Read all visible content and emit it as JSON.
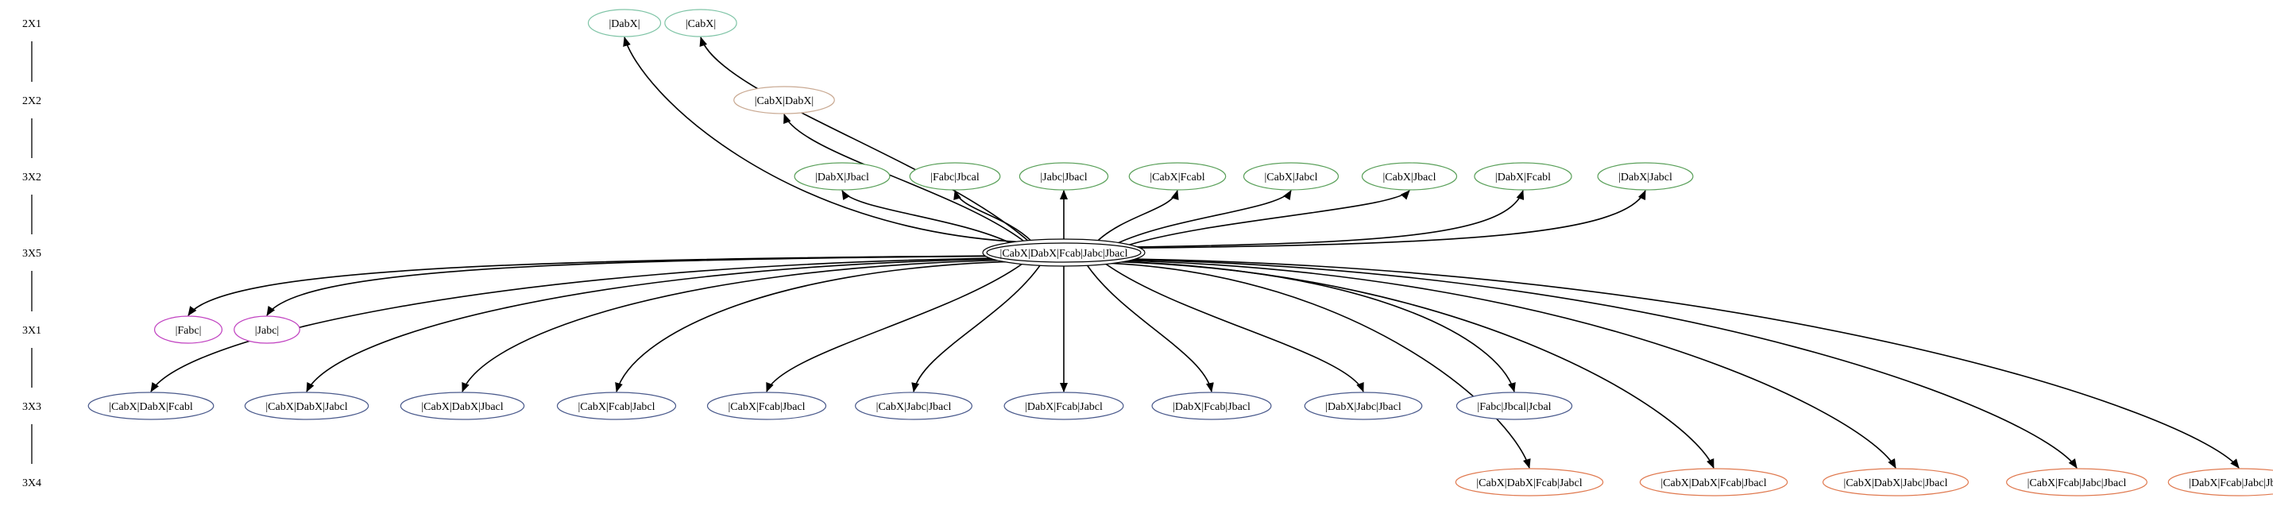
{
  "ranks": [
    "2X1",
    "2X2",
    "3X2",
    "3X5",
    "3X1",
    "3X3",
    "3X4"
  ],
  "colors": {
    "2X1": "#7fc4a6",
    "2X2": "#c9a992",
    "3X2": "#5aa05a",
    "3X5": "#000000",
    "3X1": "#c040c0",
    "3X3": "#4a5a8c",
    "3X4": "#e07a50",
    "edge": "#000000"
  },
  "hub": {
    "id": "hub",
    "label": "|CabX|DabX|Fcab|Jabc|Jbacl",
    "rank": "3X5"
  },
  "nodes": [
    {
      "id": "n1",
      "label": "|DabX|",
      "rank": "2X1"
    },
    {
      "id": "n2",
      "label": "|CabX|",
      "rank": "2X1"
    },
    {
      "id": "n3",
      "label": "|CabX|DabX|",
      "rank": "2X2"
    },
    {
      "id": "n4",
      "label": "|DabX|Jbacl",
      "rank": "3X2"
    },
    {
      "id": "n5",
      "label": "|Fabc|Jbcal",
      "rank": "3X2"
    },
    {
      "id": "n6",
      "label": "|Jabc|Jbacl",
      "rank": "3X2"
    },
    {
      "id": "n7",
      "label": "|CabX|Fcabl",
      "rank": "3X2"
    },
    {
      "id": "n8",
      "label": "|CabX|Jabcl",
      "rank": "3X2"
    },
    {
      "id": "n9",
      "label": "|CabX|Jbacl",
      "rank": "3X2"
    },
    {
      "id": "n10",
      "label": "|DabX|Fcabl",
      "rank": "3X2"
    },
    {
      "id": "n11",
      "label": "|DabX|Jabcl",
      "rank": "3X2"
    },
    {
      "id": "n12",
      "label": "|Fabc|",
      "rank": "3X1"
    },
    {
      "id": "n13",
      "label": "|Jabc|",
      "rank": "3X1"
    },
    {
      "id": "n14",
      "label": "|CabX|DabX|Fcabl",
      "rank": "3X3"
    },
    {
      "id": "n15",
      "label": "|CabX|DabX|Jabcl",
      "rank": "3X3"
    },
    {
      "id": "n16",
      "label": "|CabX|DabX|Jbacl",
      "rank": "3X3"
    },
    {
      "id": "n17",
      "label": "|CabX|Fcab|Jabcl",
      "rank": "3X3"
    },
    {
      "id": "n18",
      "label": "|CabX|Fcab|Jbacl",
      "rank": "3X3"
    },
    {
      "id": "n19",
      "label": "|CabX|Jabc|Jbacl",
      "rank": "3X3"
    },
    {
      "id": "n20",
      "label": "|DabX|Fcab|Jabcl",
      "rank": "3X3"
    },
    {
      "id": "n21",
      "label": "|DabX|Fcab|Jbacl",
      "rank": "3X3"
    },
    {
      "id": "n22",
      "label": "|DabX|Jabc|Jbacl",
      "rank": "3X3"
    },
    {
      "id": "n23",
      "label": "|Fabc|Jbcal|Jcbal",
      "rank": "3X3"
    },
    {
      "id": "n24",
      "label": "|CabX|DabX|Fcab|Jabcl",
      "rank": "3X4"
    },
    {
      "id": "n25",
      "label": "|CabX|DabX|Fcab|Jbacl",
      "rank": "3X4"
    },
    {
      "id": "n26",
      "label": "|CabX|DabX|Jabc|Jbacl",
      "rank": "3X4"
    },
    {
      "id": "n27",
      "label": "|CabX|Fcab|Jabc|Jbacl",
      "rank": "3X4"
    },
    {
      "id": "n28",
      "label": "|DabX|Fcab|Jabc|Jbacl",
      "rank": "3X4"
    }
  ],
  "edges": [
    {
      "from": "hub",
      "to": "n1"
    },
    {
      "from": "hub",
      "to": "n2"
    },
    {
      "from": "hub",
      "to": "n3"
    },
    {
      "from": "hub",
      "to": "n4"
    },
    {
      "from": "hub",
      "to": "n5"
    },
    {
      "from": "hub",
      "to": "n6"
    },
    {
      "from": "hub",
      "to": "n7"
    },
    {
      "from": "hub",
      "to": "n8"
    },
    {
      "from": "hub",
      "to": "n9"
    },
    {
      "from": "hub",
      "to": "n10"
    },
    {
      "from": "hub",
      "to": "n11"
    },
    {
      "from": "hub",
      "to": "n12"
    },
    {
      "from": "hub",
      "to": "n13"
    },
    {
      "from": "hub",
      "to": "n14"
    },
    {
      "from": "hub",
      "to": "n15"
    },
    {
      "from": "hub",
      "to": "n16"
    },
    {
      "from": "hub",
      "to": "n17"
    },
    {
      "from": "hub",
      "to": "n18"
    },
    {
      "from": "hub",
      "to": "n19"
    },
    {
      "from": "hub",
      "to": "n20"
    },
    {
      "from": "hub",
      "to": "n21"
    },
    {
      "from": "hub",
      "to": "n22"
    },
    {
      "from": "hub",
      "to": "n23"
    },
    {
      "from": "hub",
      "to": "n24"
    },
    {
      "from": "hub",
      "to": "n25"
    },
    {
      "from": "hub",
      "to": "n26"
    },
    {
      "from": "hub",
      "to": "n27"
    },
    {
      "from": "hub",
      "to": "n28"
    }
  ]
}
